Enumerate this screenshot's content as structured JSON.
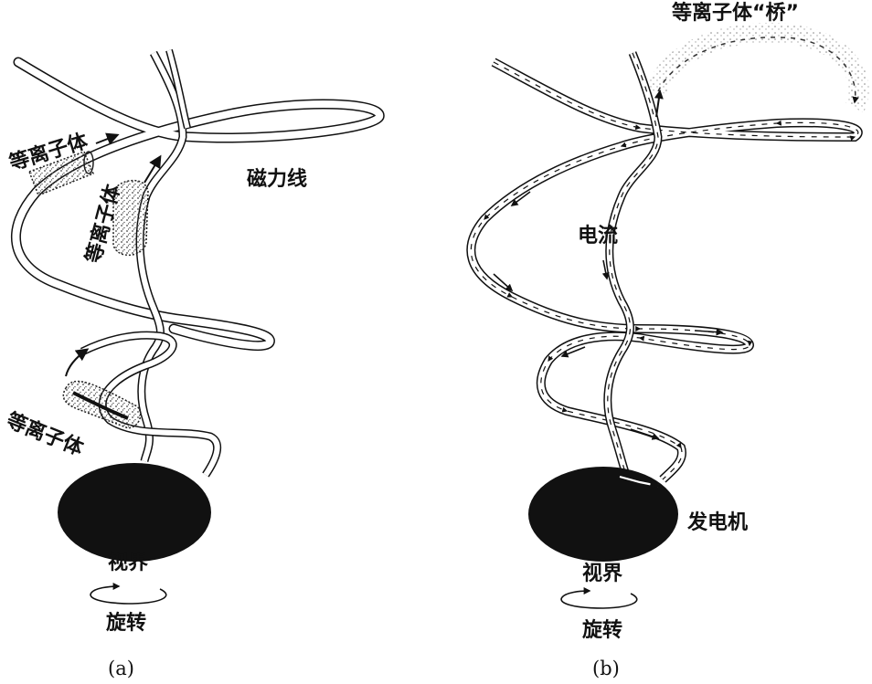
{
  "panel_a": {
    "plasma_label_1": "等离子体",
    "plasma_label_2": "等离子体",
    "plasma_label_3": "等离子体",
    "field_lines_label": "磁力线",
    "view_label": "视界",
    "rotation_label": "旋转",
    "caption": "(a)"
  },
  "panel_b": {
    "bridge_label": "等离子体“桥”",
    "current_label": "电流",
    "generator_label": "发电机",
    "view_label": "视界",
    "rotation_label": "旋转",
    "caption": "(b)"
  },
  "colors": {
    "ink": "#111111",
    "background": "#ffffff",
    "ribbon_fill": "#ffffff",
    "plasma_stipple": "#555555"
  }
}
